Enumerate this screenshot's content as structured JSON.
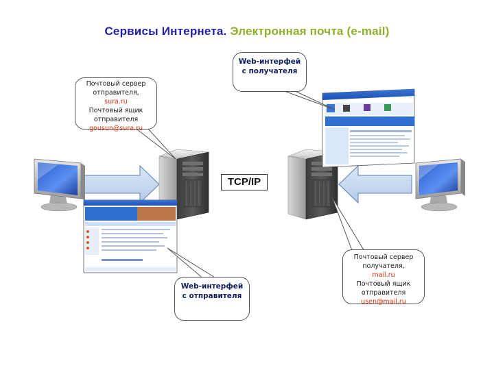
{
  "title": {
    "part1": "Сервисы Интернета.",
    "part2": "Электронная почта (e-mail)"
  },
  "sender_server_callout": {
    "line1": "Почтовый сервер",
    "line2": "отправителя,",
    "line3": "sura.ru",
    "line4": "Почтовый ящик",
    "line5": "отправителя",
    "line6": "gousun@sura.ru"
  },
  "recipient_web_callout": {
    "line1": "Web-интерфей",
    "line2": "с получателя"
  },
  "sender_web_callout": {
    "line1": "Web-интерфей",
    "line2": "с отправителя"
  },
  "recipient_server_callout": {
    "line1": "Почтовый сервер",
    "line2": "получателя,",
    "line3": "mail.ru",
    "line4": "Почтовый ящик",
    "line5": "отправителя",
    "line6": "usen@mail.ru"
  },
  "protocol_label": "TCP/IP",
  "colors": {
    "title_main": "#1f1fa8",
    "title_accent": "#8cb02a",
    "highlight": "#d8330c",
    "arrow_fill": "#c5d9f1",
    "arrow_stroke": "#5a7fb5"
  },
  "icons": [
    "monitor-icon",
    "server-icon",
    "screenshot-thumbnail"
  ]
}
